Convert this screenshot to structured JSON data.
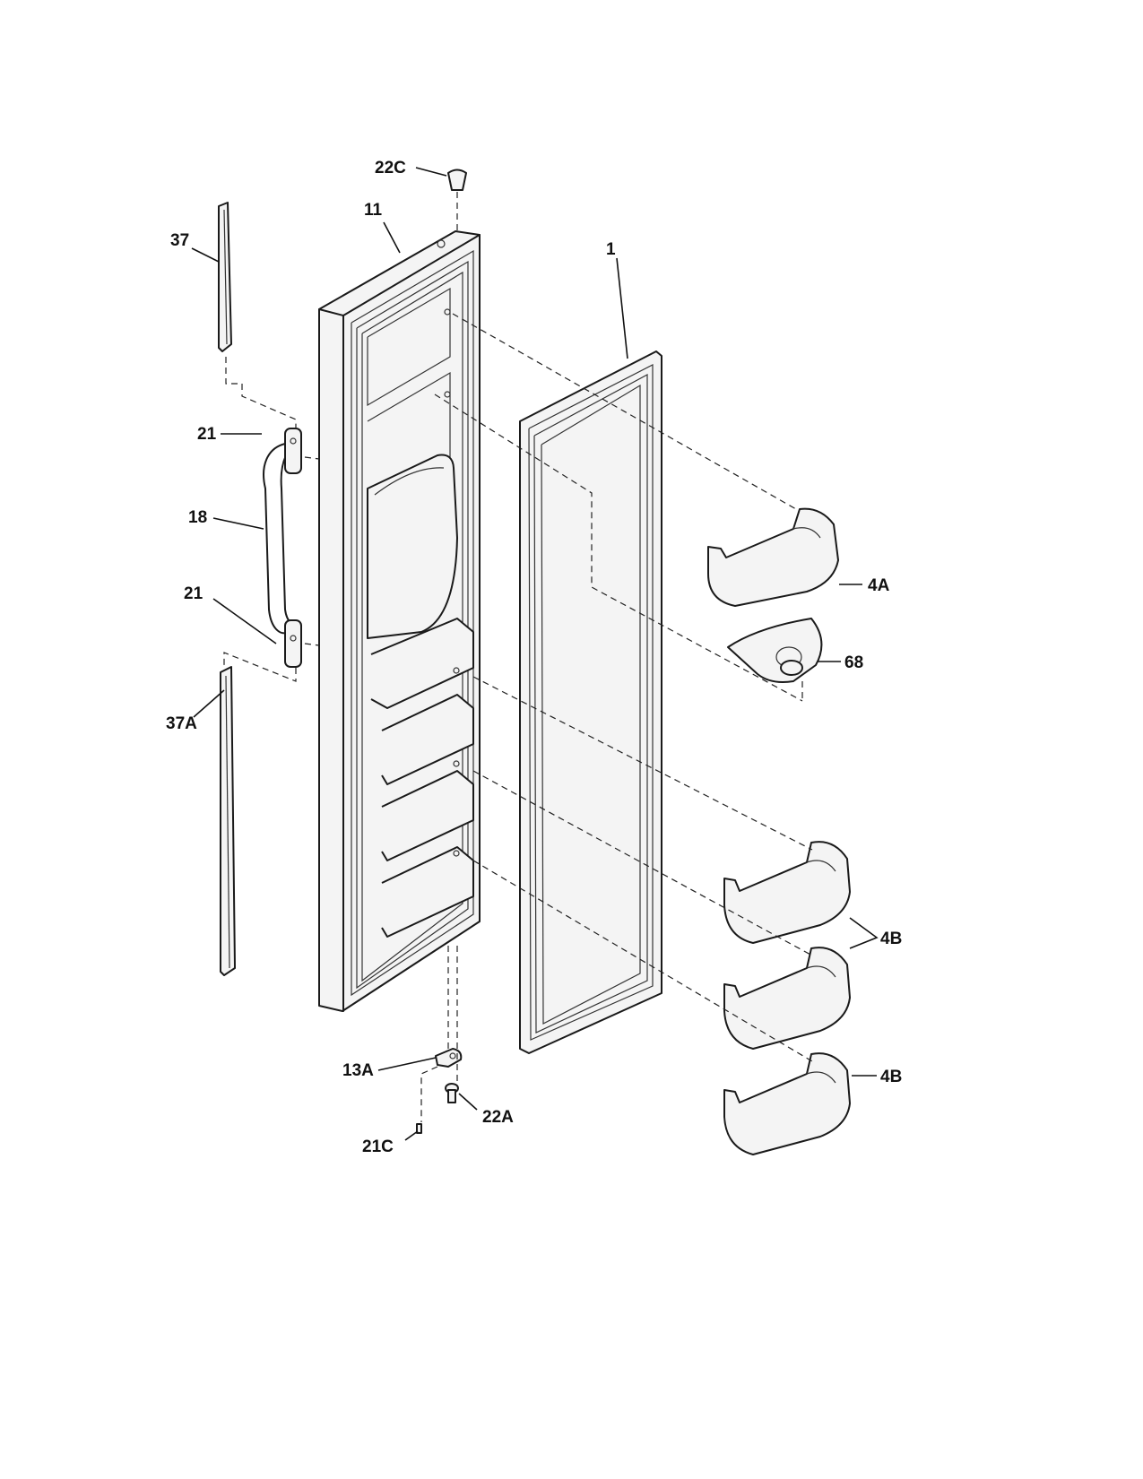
{
  "callouts": {
    "c22C": "22C",
    "c11": "11",
    "c1": "1",
    "c37": "37",
    "c21_top": "21",
    "c18": "18",
    "c21_bottom": "21",
    "c37A": "37A",
    "c4A": "4A",
    "c68": "68",
    "c4B_upper": "4B",
    "c4B_lower": "4B",
    "c13A": "13A",
    "c22A": "22A",
    "c21C": "21C"
  }
}
